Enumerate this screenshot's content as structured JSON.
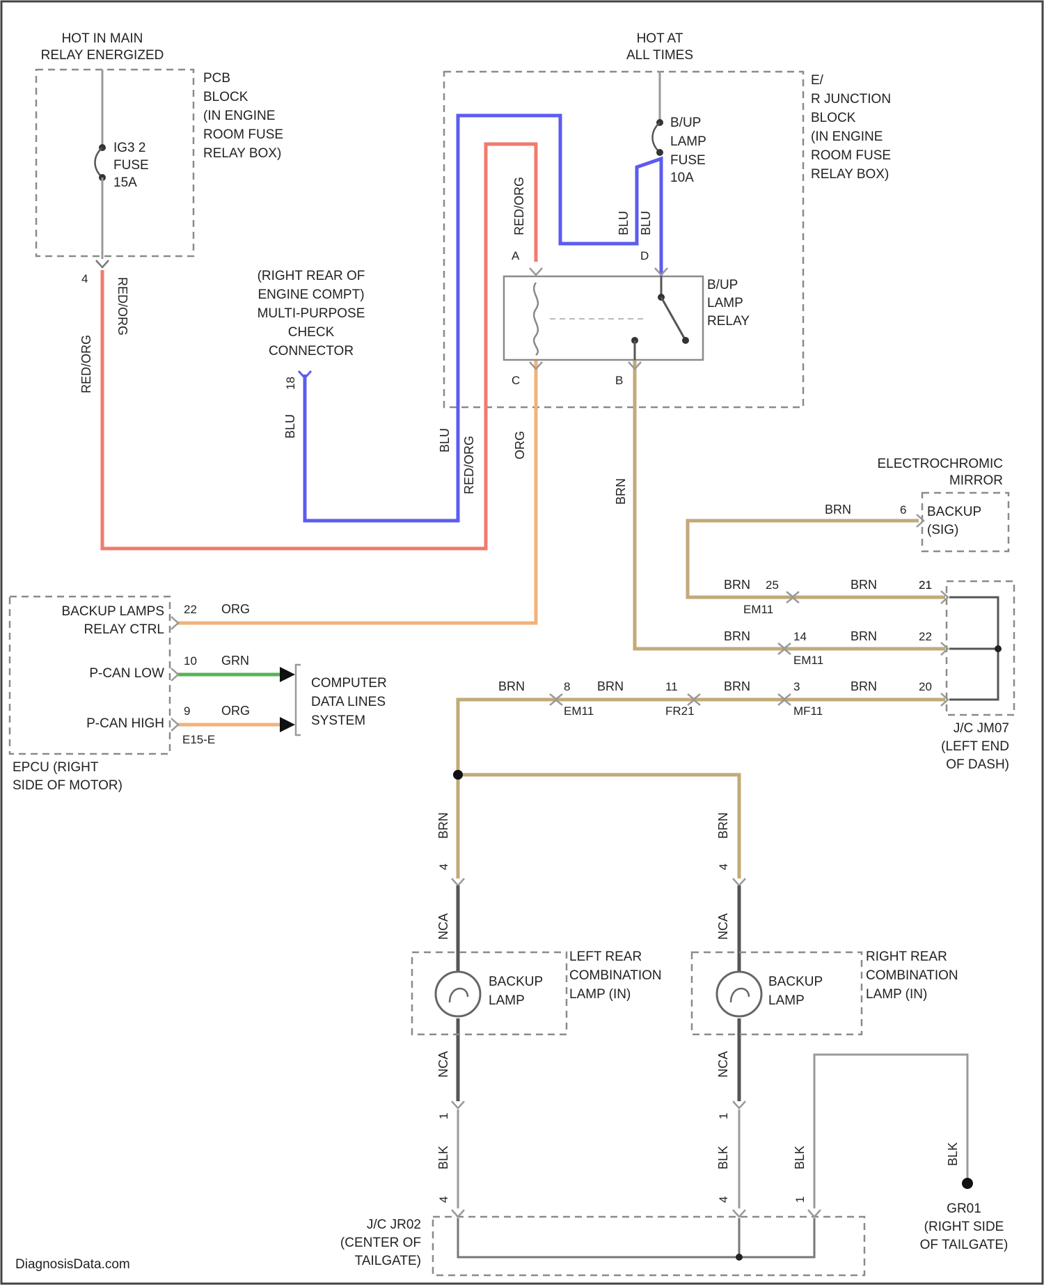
{
  "colors": {
    "red": "#f07a6e",
    "blue": "#5c5cf0",
    "orange": "#f2b27a",
    "tan": "#c2aa78",
    "green": "#55b455",
    "gray": "#8a8a8a",
    "dark": "#555555"
  },
  "components": {
    "pcb_block": {
      "caption": [
        "HOT IN MAIN",
        "RELAY ENERGIZED"
      ],
      "name": [
        "PCB",
        "BLOCK",
        "(IN ENGINE",
        "ROOM FUSE",
        "RELAY BOX)"
      ],
      "fuse": [
        "IG3 2",
        "FUSE",
        "15A"
      ],
      "pin": "4",
      "wire": "RED/ORG"
    },
    "junction_block": {
      "caption": [
        "HOT AT",
        "ALL TIMES"
      ],
      "name": [
        "E/",
        "R JUNCTION",
        "BLOCK",
        "(IN ENGINE",
        "ROOM FUSE",
        "RELAY BOX)"
      ],
      "fuse": [
        "B/UP",
        "LAMP",
        "FUSE",
        "10A"
      ],
      "relay": [
        "B/UP",
        "LAMP",
        "RELAY"
      ],
      "pins": {
        "top_left": "A",
        "top_right": "D",
        "bottom_left": "C",
        "bottom_right": "B"
      }
    },
    "check_connector": {
      "name": [
        "(RIGHT REAR OF",
        "ENGINE COMPT)",
        "MULTI-PURPOSE",
        "CHECK",
        "CONNECTOR"
      ],
      "pin": "18",
      "wire": "BLU"
    },
    "epcu": {
      "name": [
        "EPCU (RIGHT",
        "SIDE OF MOTOR)"
      ],
      "rows": [
        {
          "label": [
            "BACKUP LAMPS",
            "RELAY CTRL"
          ],
          "pin": "22",
          "wire": "ORG"
        },
        {
          "label": [
            "P-CAN LOW"
          ],
          "pin": "10",
          "wire": "GRN"
        },
        {
          "label": [
            "P-CAN HIGH"
          ],
          "pin": "9",
          "wire": "ORG"
        }
      ],
      "connector": "E15-E",
      "system": [
        "COMPUTER",
        "DATA LINES",
        "SYSTEM"
      ]
    },
    "electrochromic_mirror": {
      "name": [
        "ELECTROCHROMIC",
        "MIRROR"
      ],
      "pin": "6",
      "wire": "BRN",
      "input": [
        "BACKUP",
        "(SIG)"
      ]
    },
    "jc_jm07": {
      "name": [
        "J/C JM07",
        "(LEFT END",
        "OF DASH)"
      ],
      "pins": [
        "21",
        "22",
        "20"
      ]
    },
    "jc_jr02": {
      "name": [
        "J/C JR02",
        "(CENTER OF",
        "TAILGATE)"
      ]
    },
    "left_lamp": {
      "label": [
        "BACKUP",
        "LAMP"
      ],
      "name": [
        "LEFT REAR",
        "COMBINATION",
        "LAMP (IN)"
      ]
    },
    "right_lamp": {
      "label": [
        "BACKUP",
        "LAMP"
      ],
      "name": [
        "RIGHT REAR",
        "COMBINATION",
        "LAMP (IN)"
      ]
    },
    "ground": {
      "name": [
        "GR01",
        "(RIGHT SIDE",
        "OF TAILGATE)"
      ]
    }
  },
  "wire_labels": {
    "red_org": "RED/ORG",
    "blu": "BLU",
    "org": "ORG",
    "brn": "BRN",
    "blk": "BLK",
    "nca": "NCA"
  },
  "connector_labels": {
    "em11": "EM11",
    "em11_b": "EM11",
    "em11_c": "EM11",
    "fr21": "FR21",
    "mf11": "MF11",
    "pin_25": "25",
    "pin_14": "14",
    "pin_8": "8",
    "pin_11": "11",
    "pin_3": "3",
    "pin_4": "4",
    "pin_1": "1"
  },
  "watermark": "DiagnosisData.com"
}
